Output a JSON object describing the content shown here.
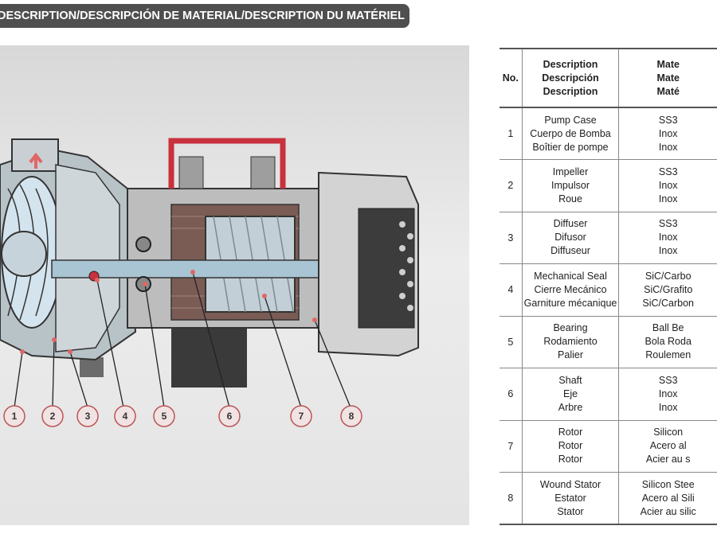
{
  "header": {
    "title": "DESCRIPTION/DESCRIPCIÓN DE MATERIAL/DESCRIPTION DU MATÉRIEL"
  },
  "diagram": {
    "callouts": [
      "1",
      "2",
      "3",
      "4",
      "5",
      "6",
      "7",
      "8"
    ]
  },
  "table": {
    "header": {
      "no": "No.",
      "description": [
        "Description",
        "Descripción",
        "Description"
      ],
      "material": [
        "Mate",
        "Mate",
        "Maté"
      ]
    },
    "rows": [
      {
        "no": "1",
        "description": [
          "Pump Case",
          "Cuerpo de Bomba",
          "Boîtier de pompe"
        ],
        "material": [
          "SS3",
          "Inox",
          "Inox"
        ]
      },
      {
        "no": "2",
        "description": [
          "Impeller",
          "Impulsor",
          "Roue"
        ],
        "material": [
          "SS3",
          "Inox",
          "Inox"
        ]
      },
      {
        "no": "3",
        "description": [
          "Diffuser",
          "Difusor",
          "Diffuseur"
        ],
        "material": [
          "SS3",
          "Inox",
          "Inox"
        ]
      },
      {
        "no": "4",
        "description": [
          "Mechanical Seal",
          "Cierre Mecánico",
          "Garniture mécanique"
        ],
        "material": [
          "SiC/Carbo",
          "SiC/Grafito",
          "SiC/Carbon"
        ]
      },
      {
        "no": "5",
        "description": [
          "Bearing",
          "Rodamiento",
          "Palier"
        ],
        "material": [
          "Ball Be",
          "Bola Roda",
          "Roulemen"
        ]
      },
      {
        "no": "6",
        "description": [
          "Shaft",
          "Eje",
          "Arbre"
        ],
        "material": [
          "SS3",
          "Inox",
          "Inox"
        ]
      },
      {
        "no": "7",
        "description": [
          "Rotor",
          "Rotor",
          "Rotor"
        ],
        "material": [
          "Silicon",
          "Acero al",
          "Acier au s"
        ]
      },
      {
        "no": "8",
        "description": [
          "Wound Stator",
          "Estator",
          "Stator"
        ],
        "material": [
          "Silicon Stee",
          "Acero al Sili",
          "Acier au silic"
        ]
      }
    ]
  }
}
